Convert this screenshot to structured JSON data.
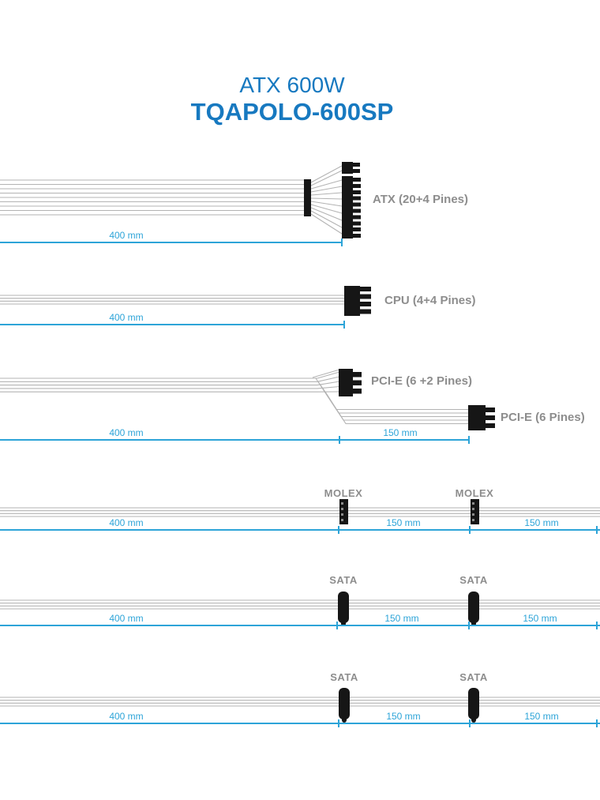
{
  "title": {
    "line1": "ATX 600W",
    "line2": "TQAPOLO-600SP"
  },
  "cables": [
    {
      "name": "ATX",
      "label": "ATX (20+4 Pines)",
      "segments": [
        "400 mm"
      ]
    },
    {
      "name": "CPU",
      "label": "CPU (4+4 Pines)",
      "segments": [
        "400 mm"
      ]
    },
    {
      "name": "PCI-E",
      "labels": [
        "PCI-E (6 +2 Pines)",
        "PCI-E (6 Pines)"
      ],
      "segments": [
        "400 mm",
        "150 mm"
      ]
    },
    {
      "name": "MOLEX",
      "labels": [
        "MOLEX",
        "MOLEX"
      ],
      "segments": [
        "400 mm",
        "150 mm",
        "150 mm"
      ]
    },
    {
      "name": "SATA",
      "labels": [
        "SATA",
        "SATA"
      ],
      "segments": [
        "400 mm",
        "150 mm",
        "150 mm"
      ]
    },
    {
      "name": "SATA",
      "labels": [
        "SATA",
        "SATA"
      ],
      "segments": [
        "400 mm",
        "150 mm",
        "150 mm"
      ]
    }
  ],
  "colors": {
    "title": "#1779c0",
    "measure": "#2da4d8",
    "connector_label": "#8d8d8d",
    "cable": "#b3b3b3",
    "connector": "#161616"
  }
}
